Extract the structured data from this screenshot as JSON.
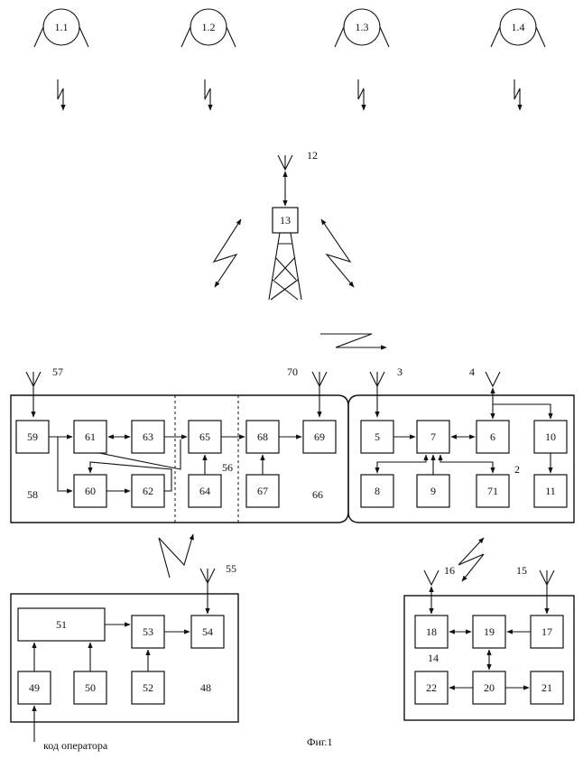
{
  "satellites": [
    "1.1",
    "1.2",
    "1.3",
    "1.4"
  ],
  "tower": {
    "antenna_label": "12",
    "block_label": "13"
  },
  "blocks": {
    "b59": "59",
    "b61": "61",
    "b63": "63",
    "b65": "65",
    "b68": "68",
    "b69": "69",
    "b60": "60",
    "b62": "62",
    "b64": "64",
    "b67": "67",
    "b5": "5",
    "b7": "7",
    "b6": "6",
    "b10": "10",
    "b8": "8",
    "b9": "9",
    "b71": "71",
    "b11": "11",
    "b51": "51",
    "b53": "53",
    "b54": "54",
    "b49": "49",
    "b50": "50",
    "b52": "52",
    "b18": "18",
    "b19": "19",
    "b17": "17",
    "b22": "22",
    "b20": "20",
    "b21": "21"
  },
  "labels": {
    "l57": "57",
    "l70": "70",
    "l3": "3",
    "l4": "4",
    "l58": "58",
    "l56": "56",
    "l66": "66",
    "l2": "2",
    "l55": "55",
    "l48": "48",
    "l16": "16",
    "l15": "15",
    "l14": "14"
  },
  "operator_code": "код оператора",
  "caption": "Фиг.1"
}
